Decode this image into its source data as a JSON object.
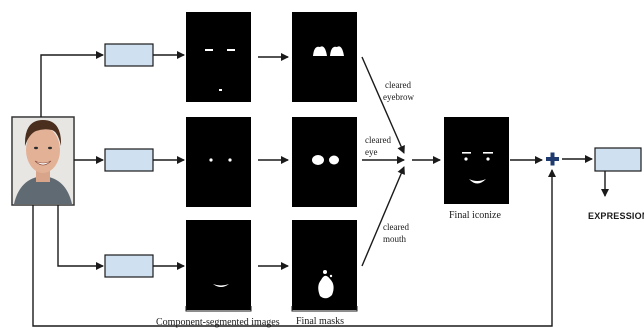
{
  "labels": {
    "cleared_eyebrow_line1": "cleared",
    "cleared_eyebrow_line2": "eyebrow",
    "cleared_eye_line1": "cleared",
    "cleared_eye_line2": "eye",
    "cleared_mouth_line1": "cleared",
    "cleared_mouth_line2": "mouth",
    "final_iconize": "Final iconize",
    "expression": "EXPRESSION",
    "component_segmented": "Component-segmented images",
    "final_masks": "Final masks"
  },
  "colors": {
    "block_fill": "#cfe0f1",
    "block_stroke": "#1a1a1a",
    "panel_fill": "#000000",
    "mask_white": "#ffffff",
    "arrow": "#1a1a1a",
    "plus": "#1f3a6e"
  },
  "icons": {
    "input_face": "face-photo-icon",
    "sum_node": "plus-icon"
  }
}
